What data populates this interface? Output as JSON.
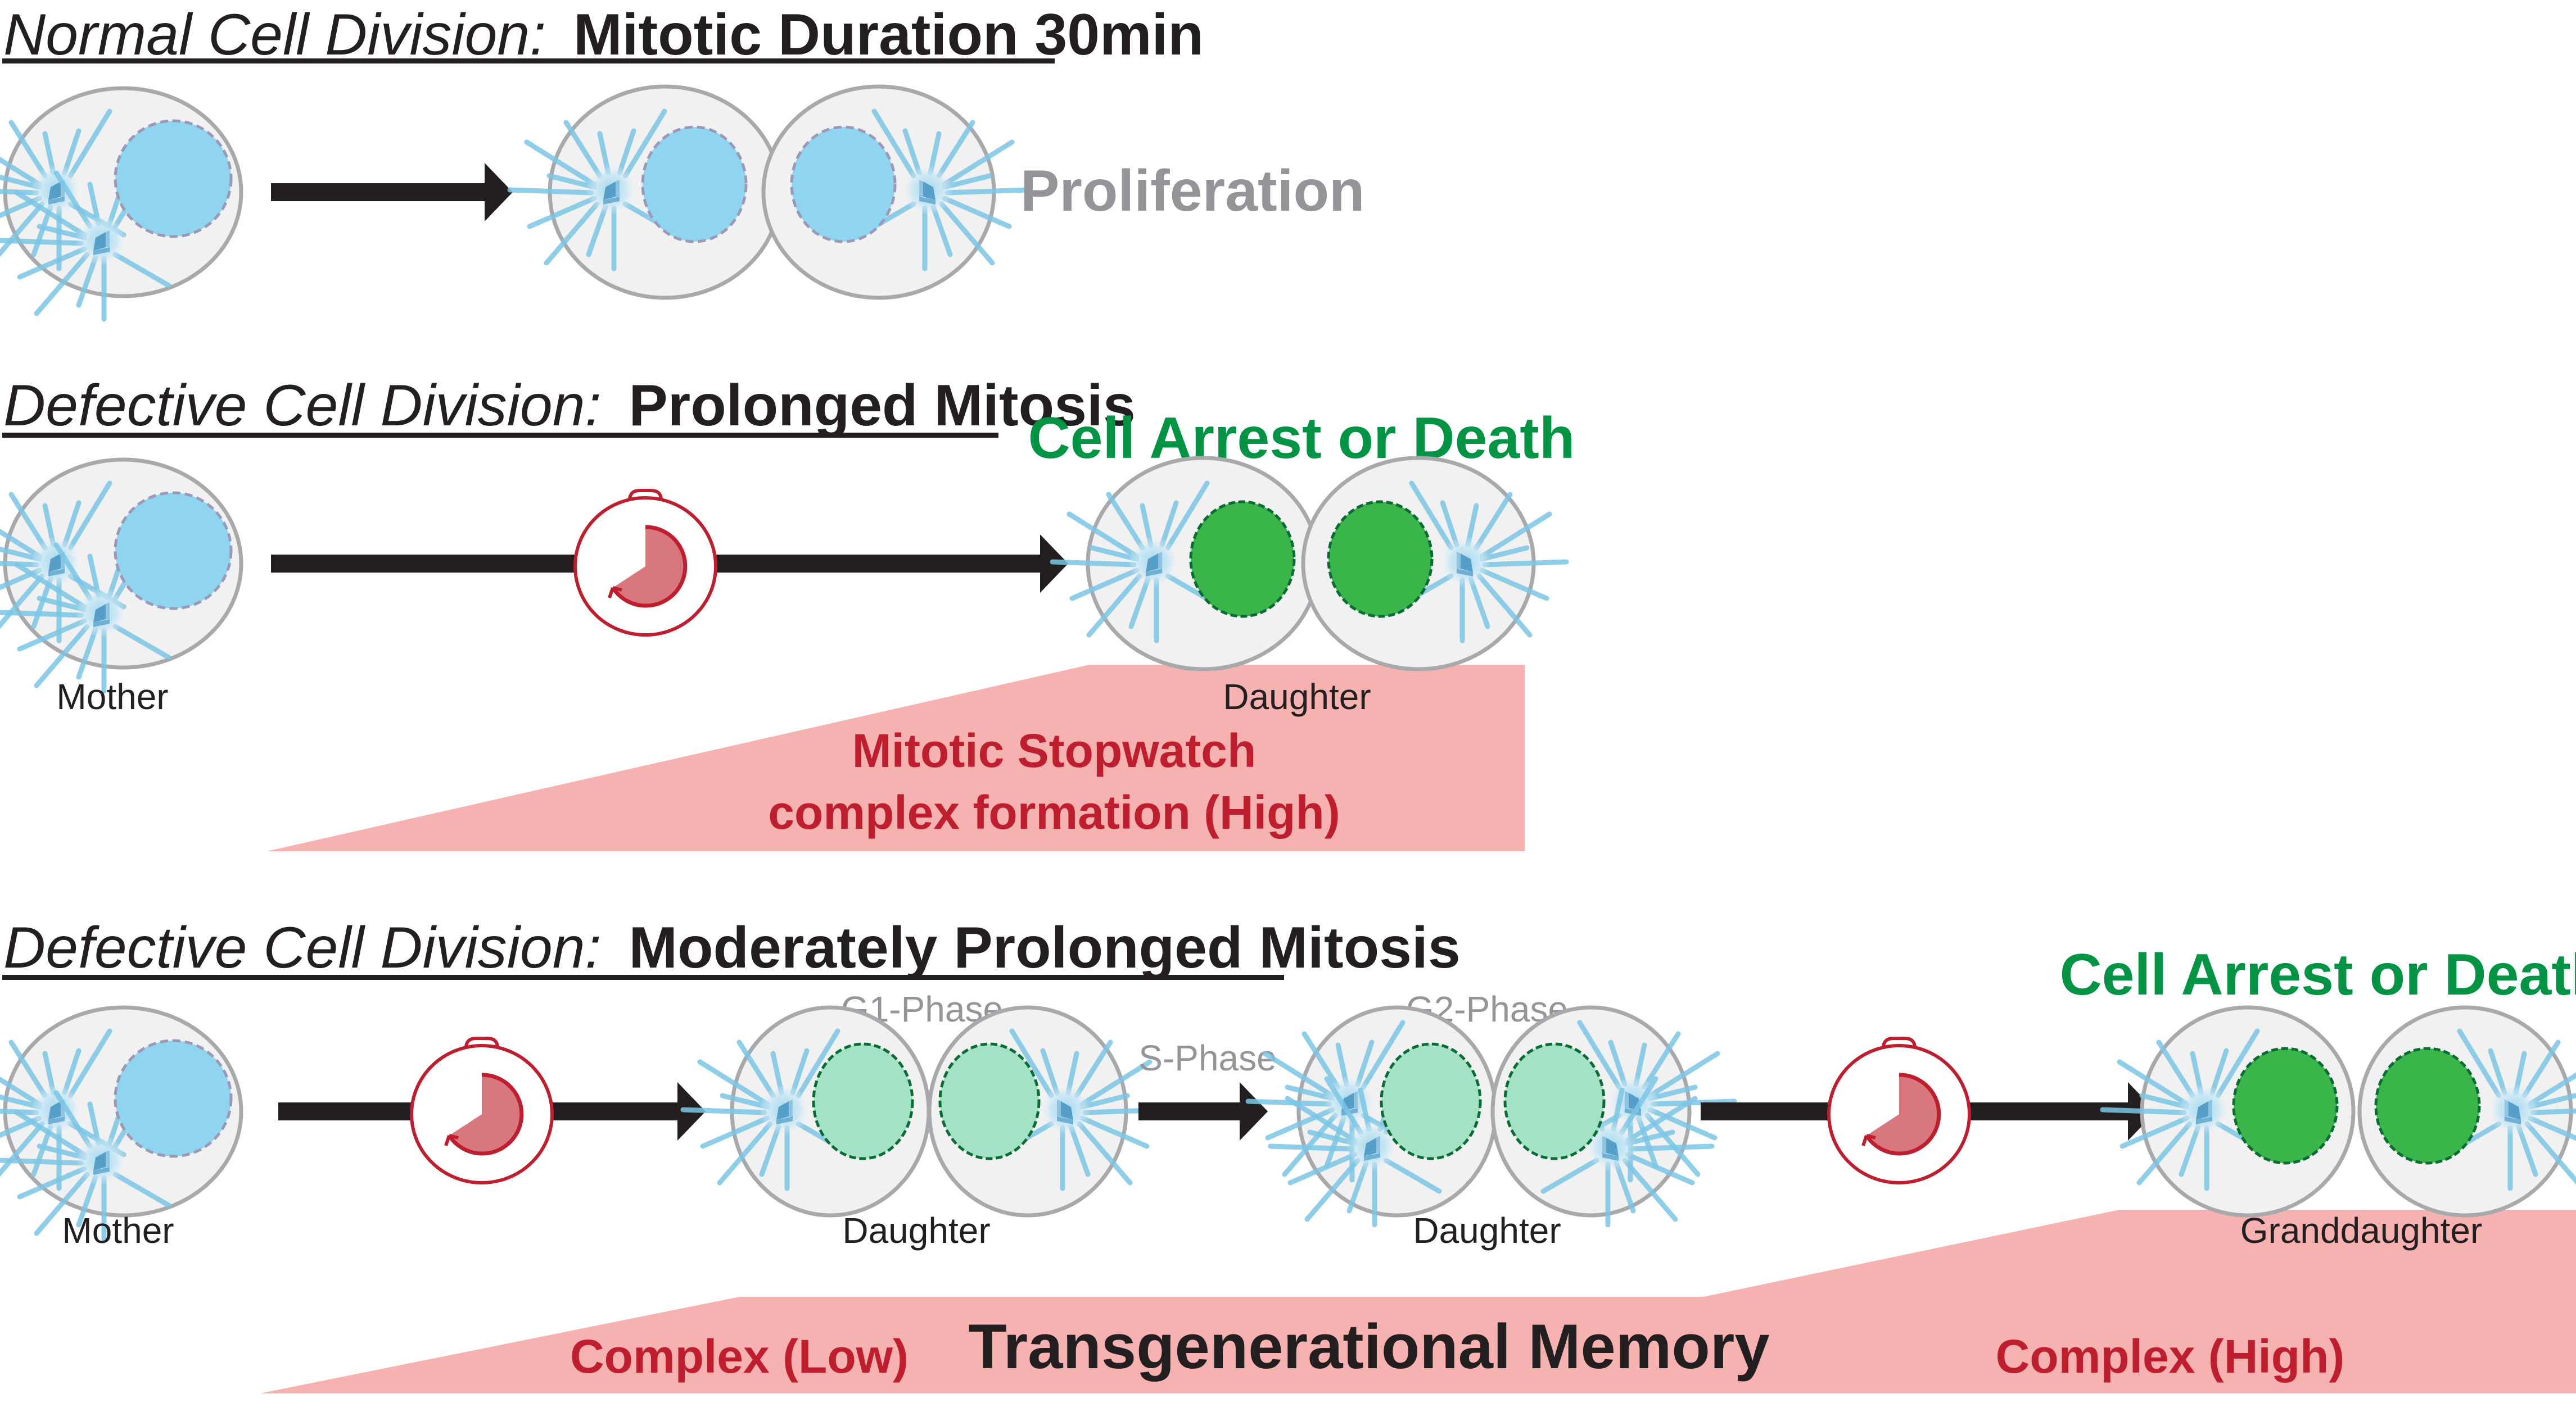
{
  "colors": {
    "cell_fill": "#f1f1f2",
    "cell_stroke": "#a7a9ac",
    "nucleus_blue": "#8fd5f0",
    "nucleus_blue_stroke": "#9b98b8",
    "nucleus_light_green": "#a3e2c4",
    "nucleus_dark_green": "#39b54a",
    "nucleus_green_stroke": "#0b6b35",
    "microtubule": "#7cc6e6",
    "centriole": "#5aa3c9",
    "arrow": "#231f20",
    "stopwatch_stroke": "#be1e2d",
    "stopwatch_fill": "#d9777e",
    "ramp_fill": "#f6b2b0",
    "outcome_green": "#009444",
    "gray_text": "#939598",
    "red_text": "#be1e2d"
  },
  "section1": {
    "title_italic": "Normal Cell Division:",
    "title_bold": "Mitotic Duration 30min",
    "outcome": "Proliferation"
  },
  "section2": {
    "title_italic": "Defective Cell Division:",
    "title_bold": "Prolonged Mitosis",
    "outcome": "Cell Arrest or Death",
    "mother_label": "Mother",
    "daughter_label": "Daughter",
    "ramp_line1": "Mitotic Stopwatch",
    "ramp_line2": "complex formation (High)"
  },
  "section3": {
    "title_italic": "Defective Cell Division:",
    "title_bold": "Moderately Prolonged Mitosis",
    "outcome": "Cell Arrest or Death",
    "mother_label": "Mother",
    "daughter1_label": "Daughter",
    "daughter2_label": "Daughter",
    "granddaughter_label": "Granddaughter",
    "g1_label": "G1-Phase",
    "s_label": "S-Phase",
    "g2_label": "G2-Phase",
    "complex_low": "Complex (Low)",
    "memory": "Transgenerational Memory",
    "complex_high": "Complex (High)"
  },
  "icons": {
    "stopwatch": "stopwatch-icon",
    "arrow": "right-arrow-icon",
    "cell": "cell-icon",
    "centrosome": "centrosome-icon"
  }
}
